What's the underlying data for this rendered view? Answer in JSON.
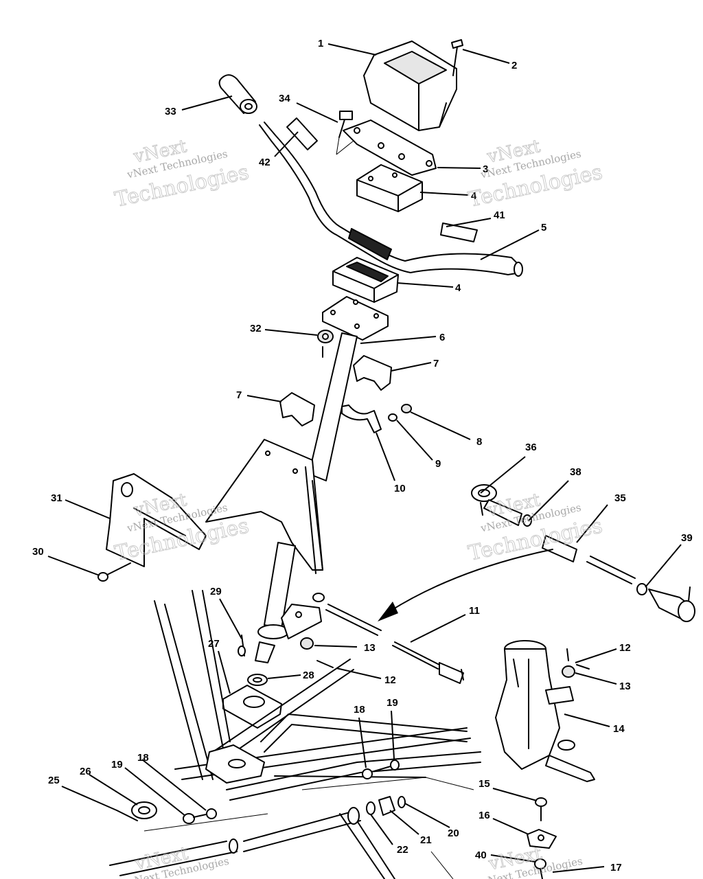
{
  "watermark": {
    "line1": "vNext",
    "line2": "vNext Technologies",
    "line3": "Technologies"
  },
  "callouts": [
    {
      "id": "c1",
      "label": "1"
    },
    {
      "id": "c2",
      "label": "2"
    },
    {
      "id": "c3",
      "label": "3"
    },
    {
      "id": "c4a",
      "label": "4"
    },
    {
      "id": "c4b",
      "label": "4"
    },
    {
      "id": "c5",
      "label": "5"
    },
    {
      "id": "c6",
      "label": "6"
    },
    {
      "id": "c7a",
      "label": "7"
    },
    {
      "id": "c7b",
      "label": "7"
    },
    {
      "id": "c8",
      "label": "8"
    },
    {
      "id": "c9",
      "label": "9"
    },
    {
      "id": "c10",
      "label": "10"
    },
    {
      "id": "c11",
      "label": "11"
    },
    {
      "id": "c12a",
      "label": "12"
    },
    {
      "id": "c12b",
      "label": "12"
    },
    {
      "id": "c13a",
      "label": "13"
    },
    {
      "id": "c13b",
      "label": "13"
    },
    {
      "id": "c14",
      "label": "14"
    },
    {
      "id": "c15",
      "label": "15"
    },
    {
      "id": "c16",
      "label": "16"
    },
    {
      "id": "c17",
      "label": "17"
    },
    {
      "id": "c18a",
      "label": "18"
    },
    {
      "id": "c18b",
      "label": "18"
    },
    {
      "id": "c19a",
      "label": "19"
    },
    {
      "id": "c19b",
      "label": "19"
    },
    {
      "id": "c20",
      "label": "20"
    },
    {
      "id": "c21",
      "label": "21"
    },
    {
      "id": "c22",
      "label": "22"
    },
    {
      "id": "c25",
      "label": "25"
    },
    {
      "id": "c26",
      "label": "26"
    },
    {
      "id": "c27",
      "label": "27"
    },
    {
      "id": "c28",
      "label": "28"
    },
    {
      "id": "c29",
      "label": "29"
    },
    {
      "id": "c30",
      "label": "30"
    },
    {
      "id": "c31",
      "label": "31"
    },
    {
      "id": "c32",
      "label": "32"
    },
    {
      "id": "c33",
      "label": "33"
    },
    {
      "id": "c34",
      "label": "34"
    },
    {
      "id": "c35",
      "label": "35"
    },
    {
      "id": "c36",
      "label": "36"
    },
    {
      "id": "c38",
      "label": "38"
    },
    {
      "id": "c39",
      "label": "39"
    },
    {
      "id": "c40",
      "label": "40"
    },
    {
      "id": "c41",
      "label": "41"
    },
    {
      "id": "c42",
      "label": "42"
    }
  ]
}
